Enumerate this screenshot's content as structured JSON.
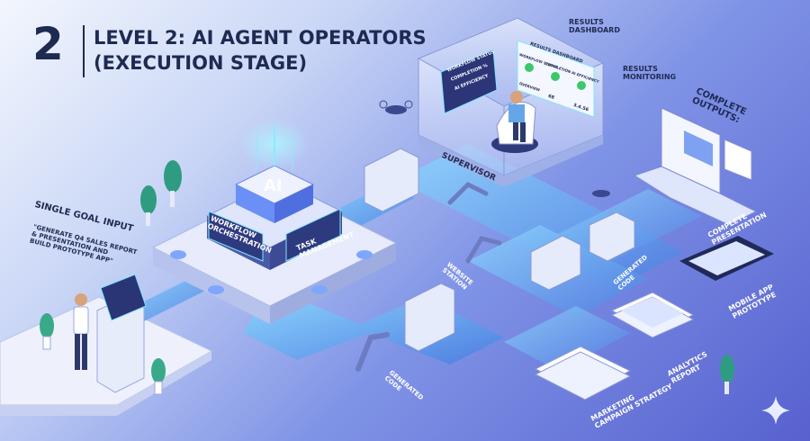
{
  "level_number": "2",
  "title_line1": "LEVEL 2: AI AGENT OPERATORS",
  "title_line2": "(EXECUTION STAGE)",
  "ai_core_label": "AI",
  "panel_workflow": [
    "WORKFLOW",
    "ORCHESTRATION"
  ],
  "panel_task": [
    "TASK",
    "MANAGEMENT"
  ],
  "input_title": "SINGLE GOAL INPUT",
  "input_quote": [
    "\"GENERATE Q4 SALES REPORT",
    "& PRESENTATION AND",
    "BUILD PROTOTYPE APP\""
  ],
  "supervisor": "SUPERVISOR",
  "results_dashboard": [
    "RESULTS",
    "DASHBOARD"
  ],
  "results_monitoring": [
    "RESULTS",
    "MONITORING"
  ],
  "monitor_rows": [
    "WORKFLOW STATUS",
    "COMPLETION %",
    "AI EFFICIENCY"
  ],
  "dash_title": "RESULTS DASHBOARD",
  "dash_cols": [
    "WORKFLOW STATUS",
    "COMPLETION",
    "AI EFFICIENCY"
  ],
  "dash_bottom": [
    "OVERVIEW",
    "68",
    "3.4.56"
  ],
  "complete_outputs": [
    "COMPLETE",
    "OUTPUTS:"
  ],
  "complete_presentation": [
    "COMPLETE",
    "PRESENTATION"
  ],
  "mobile_app": [
    "MOBILE APP",
    "PROTOTYPE"
  ],
  "analytics_report": [
    "ANALYTICS",
    "REPORT"
  ],
  "marketing": [
    "MARKETING",
    "CAMPAIGN STRATEGY"
  ],
  "website_station": [
    "WEBSITE",
    "STATION"
  ],
  "generated_code_a": [
    "GENERATED",
    "CODE"
  ],
  "generated_code_b": [
    "GENERATED",
    "CODE"
  ],
  "colors": {
    "title": "#1f2a52",
    "accent_cyan": "#5fe3ff",
    "panel_dark": "#3a4a8a",
    "platform": "#e8ecfb",
    "check_green": "#3cc86a"
  }
}
